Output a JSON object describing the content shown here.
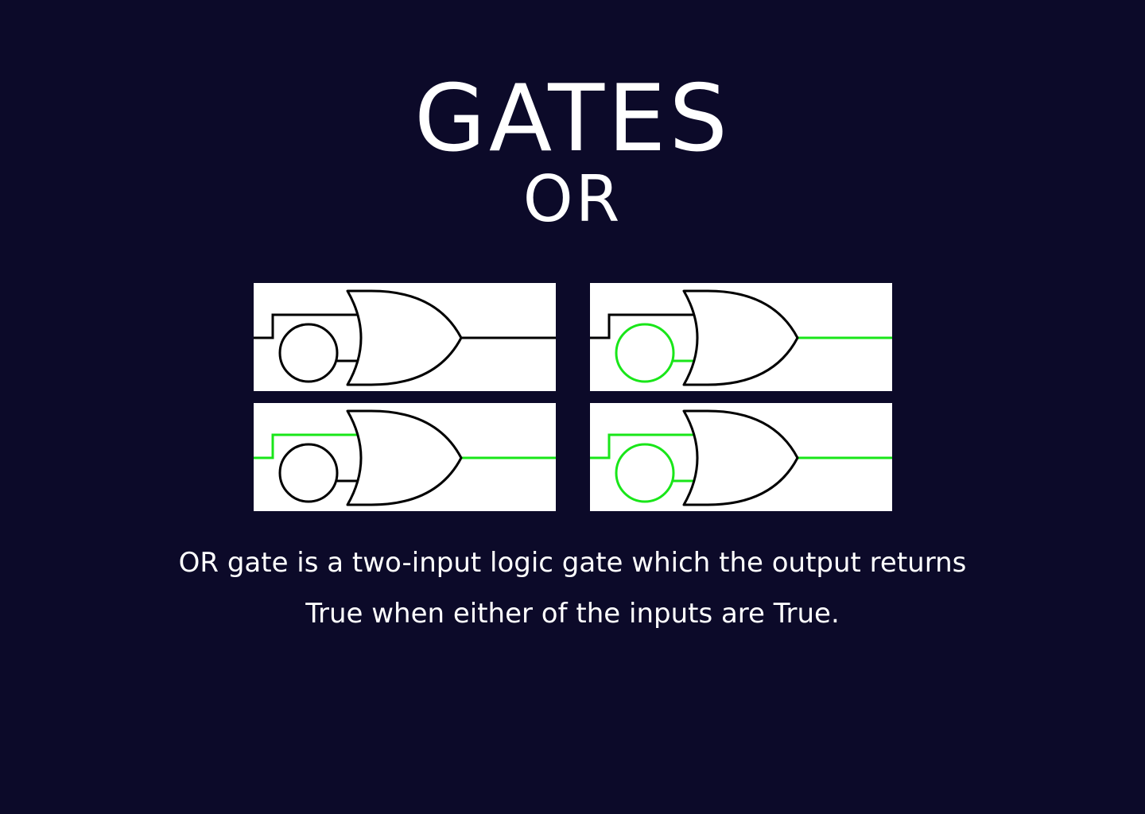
{
  "title": "GATES",
  "subtitle": "OR",
  "colors": {
    "background": "#0c0a29",
    "on": "#19e619",
    "off": "#000000",
    "panel": "#ffffff"
  },
  "diagrams": [
    {
      "input_a": false,
      "input_b": false,
      "output": false
    },
    {
      "input_a": false,
      "input_b": true,
      "output": true
    },
    {
      "input_a": true,
      "input_b": false,
      "output": true
    },
    {
      "input_a": true,
      "input_b": true,
      "output": true
    }
  ],
  "description": {
    "line1": "OR gate is a two-input logic gate which the output returns",
    "line2": "True when either of the inputs are True."
  }
}
